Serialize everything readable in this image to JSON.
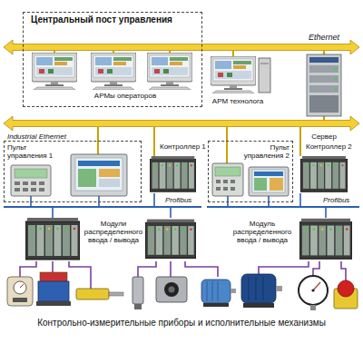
{
  "diagram": {
    "caption": "Контрольно-измерительные приборы и исполнительные механизмы",
    "nodes": [
      {
        "text": [
          "Центральный пост управления"
        ]
      },
      {
        "text": [
          "Пульт управления 1"
        ]
      },
      {
        "text": [
          "Пульт управления 2"
        ]
      }
    ],
    "labels": [
      "Ethernet",
      "АРМы операторов",
      "АРМ технолога",
      "Сервер",
      "Industrial Ethernet",
      "Контроллер 1",
      "Profibus",
      "Контроллер 2",
      "Profibus",
      "Модули распределенного ввода / вывода",
      "Модуль распределенного ввода / вывода"
    ]
  }
}
